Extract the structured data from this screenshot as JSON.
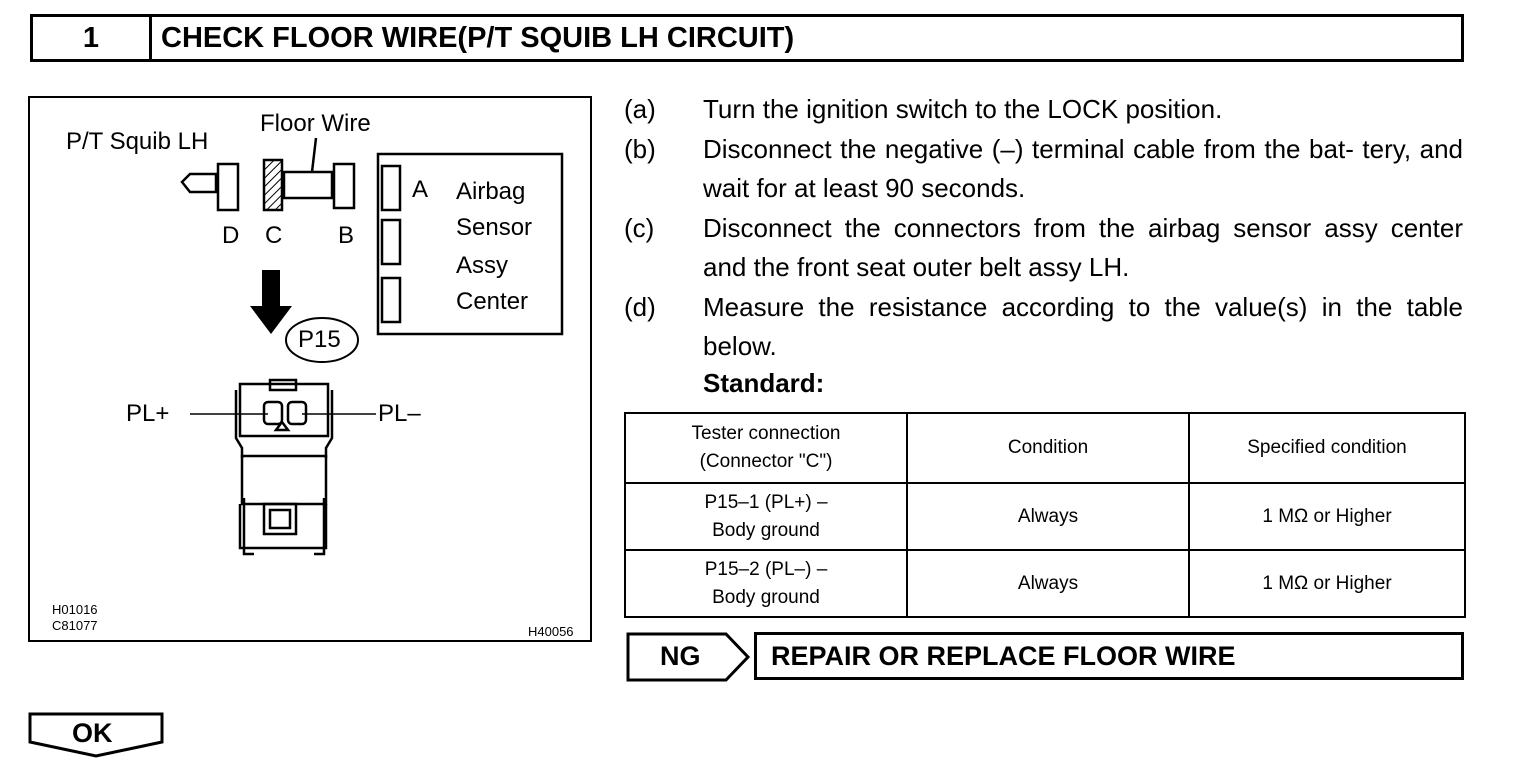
{
  "header": {
    "step_number": "1",
    "title": "CHECK FLOOR WIRE(P/T SQUIB LH CIRCUIT)"
  },
  "figure": {
    "labels": {
      "floor_wire": "Floor Wire",
      "squib": "P/T Squib LH",
      "d": "D",
      "c": "C",
      "b": "B",
      "a": "A",
      "sensor_1": "Airbag",
      "sensor_2": "Sensor",
      "sensor_3": "Assy",
      "sensor_4": "Center",
      "connector": "P15",
      "pl_plus": "PL+",
      "pl_minus": "PL–"
    },
    "codes": {
      "code1": "H01016",
      "code2": "C81077",
      "code3": "H40056"
    }
  },
  "steps": [
    {
      "letter": "(a)",
      "text": "Turn the ignition switch to the LOCK position."
    },
    {
      "letter": "(b)",
      "text": "Disconnect the negative (–) terminal cable from the bat- tery, and wait for at least 90 seconds."
    },
    {
      "letter": "(c)",
      "text": "Disconnect the connectors from the airbag sensor assy center and the front seat outer belt assy LH."
    },
    {
      "letter": "(d)",
      "text": "Measure the resistance according to the value(s) in the table below."
    }
  ],
  "standard_label": "Standard:",
  "table": {
    "headers": [
      "Tester connection",
      "(Connector \"C\")",
      "Condition",
      "Specified condition"
    ],
    "rows": [
      {
        "conn1": "P15–1 (PL+) –",
        "conn2": "Body ground",
        "condition": "Always",
        "spec": "1 MΩ or Higher"
      },
      {
        "conn1": "P15–2 (PL–) –",
        "conn2": "Body ground",
        "condition": "Always",
        "spec": "1 MΩ or Higher"
      }
    ]
  },
  "ng": {
    "label": "NG",
    "result": "REPAIR OR REPLACE FLOOR WIRE"
  },
  "ok": {
    "label": "OK"
  }
}
